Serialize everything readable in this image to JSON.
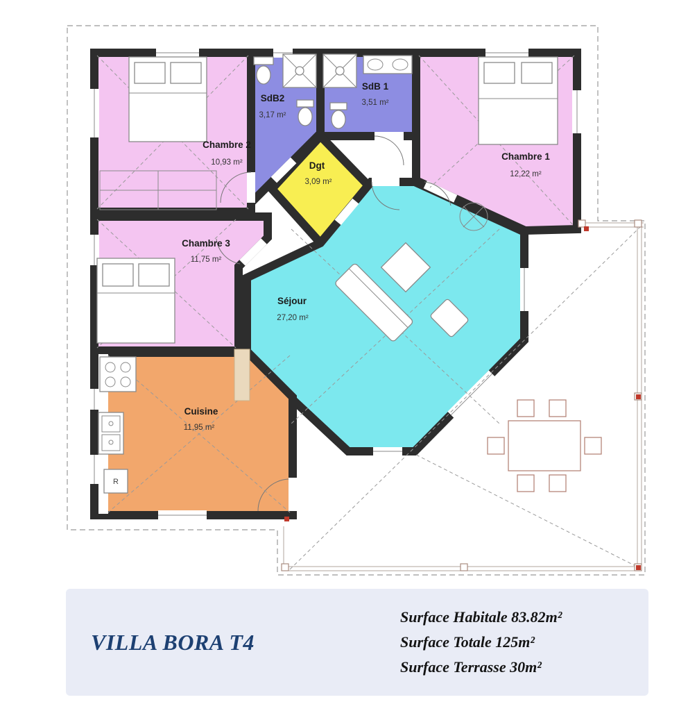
{
  "banner": {
    "title": "VILLA BORA T4",
    "lines": [
      "Surface Habitale 83.82m²",
      "Surface Totale 125m²",
      "Surface Terrasse 30m²"
    ]
  },
  "rooms": [
    {
      "id": "chambre-2",
      "name": "Chambre 2",
      "area": "10,93 m²"
    },
    {
      "id": "sdb2",
      "name": "SdB2",
      "area": "3,17 m²"
    },
    {
      "id": "sdb1",
      "name": "SdB 1",
      "area": "3,51 m²"
    },
    {
      "id": "chambre-1",
      "name": "Chambre 1",
      "area": "12,22 m²"
    },
    {
      "id": "dgt",
      "name": "Dgt",
      "area": "3,09 m²"
    },
    {
      "id": "chambre-3",
      "name": "Chambre 3",
      "area": "11,75 m²"
    },
    {
      "id": "sejour",
      "name": "Séjour",
      "area": "27,20 m²"
    },
    {
      "id": "cuisine",
      "name": "Cuisine",
      "area": "11,95 m²"
    }
  ],
  "fixtures": {
    "radiator_label": "R"
  },
  "colors": {
    "pink": "#f4c5f1",
    "blue": "#8d8de2",
    "yellow": "#f8ee52",
    "cyan": "#7ce8ee",
    "orange": "#f2a76c",
    "wall": "#2d2d2d",
    "banner_bg": "#e9ecf6",
    "title_blue": "#1d4072"
  }
}
